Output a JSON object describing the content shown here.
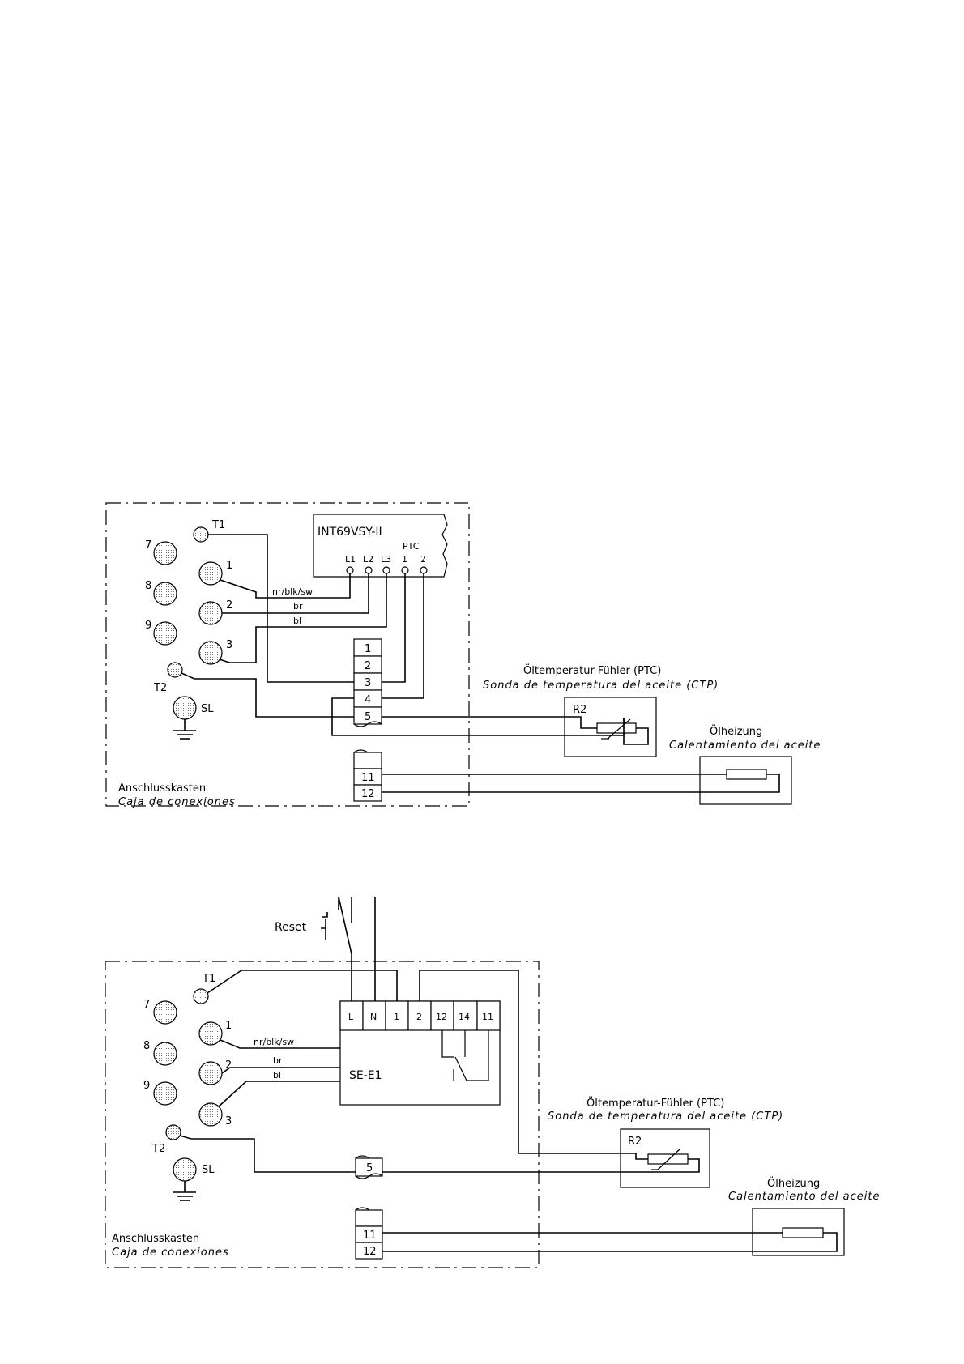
{
  "diagram1": {
    "module_name": "INT69VSY-II",
    "module_terms": [
      "L1",
      "L2",
      "L3",
      "1",
      "2"
    ],
    "ptc_label": "PTC",
    "motor_terms": [
      "T1",
      "7",
      "1",
      "8",
      "2",
      "9",
      "3",
      "T2",
      "SL"
    ],
    "wires": [
      "nr/blk/sw",
      "br",
      "bl"
    ],
    "terminal_block": [
      "1",
      "2",
      "3",
      "4",
      "5"
    ],
    "terminal_block_b": [
      "11",
      "12"
    ],
    "sensor_label_de": "Öltemperatur-Fühler (PTC)",
    "sensor_label_es": "Sonda de temperatura del aceite (CTP)",
    "sensor_ref": "R2",
    "heater_label_de": "Ölheizung",
    "heater_label_es": "Calentamiento del aceite",
    "box_label_de": "Anschlusskasten",
    "box_label_es": "Caja de conexiones"
  },
  "diagram2": {
    "reset_label": "Reset",
    "module_name": "SE-E1",
    "module_terms": [
      "L",
      "N",
      "1",
      "2",
      "12",
      "14",
      "11"
    ],
    "motor_terms": [
      "T1",
      "7",
      "1",
      "8",
      "2",
      "9",
      "3",
      "T2",
      "SL"
    ],
    "wires": [
      "nr/blk/sw",
      "br",
      "bl"
    ],
    "terminal_block": [
      "5"
    ],
    "terminal_block_b": [
      "11",
      "12"
    ],
    "sensor_label_de": "Öltemperatur-Fühler (PTC)",
    "sensor_label_es": "Sonda de temperatura del aceite (CTP)",
    "sensor_ref": "R2",
    "heater_label_de": "Ölheizung",
    "heater_label_es": "Calentamiento del aceite",
    "box_label_de": "Anschlusskasten",
    "box_label_es": "Caja de conexiones"
  }
}
